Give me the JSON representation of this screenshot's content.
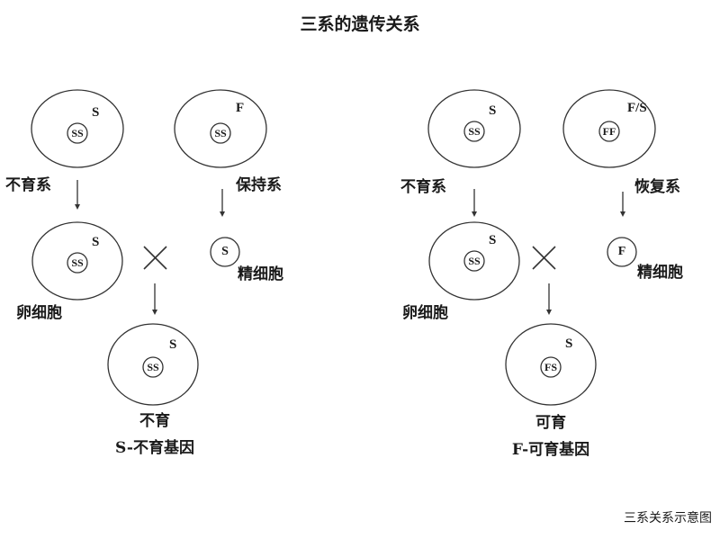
{
  "title": "三系的遗传关系",
  "caption": "三系关系示意图",
  "left": {
    "sterile_line": {
      "label": "不育系",
      "cytoplasm": "S",
      "nucleus": "SS"
    },
    "maintainer_line": {
      "label": "保持系",
      "cytoplasm": "F",
      "nucleus": "SS"
    },
    "egg": {
      "label": "卵细胞",
      "cytoplasm": "S",
      "nucleus": "SS"
    },
    "sperm": {
      "label": "精细胞",
      "nucleus": "S"
    },
    "offspring": {
      "cytoplasm": "S",
      "nucleus": "SS",
      "result": "不育",
      "note": "S-不育基因"
    }
  },
  "right": {
    "sterile_line": {
      "label": "不育系",
      "cytoplasm": "S",
      "nucleus": "SS"
    },
    "restorer_line": {
      "label": "恢复系",
      "cytoplasm": "F/S",
      "nucleus": "FF"
    },
    "egg": {
      "label": "卵细胞",
      "cytoplasm": "S",
      "nucleus": "SS"
    },
    "sperm": {
      "label": "精细胞",
      "nucleus": "F"
    },
    "offspring": {
      "cytoplasm": "S",
      "nucleus": "FS",
      "result": "可育",
      "note": "F-可育基因"
    }
  },
  "cross_symbol": "×"
}
